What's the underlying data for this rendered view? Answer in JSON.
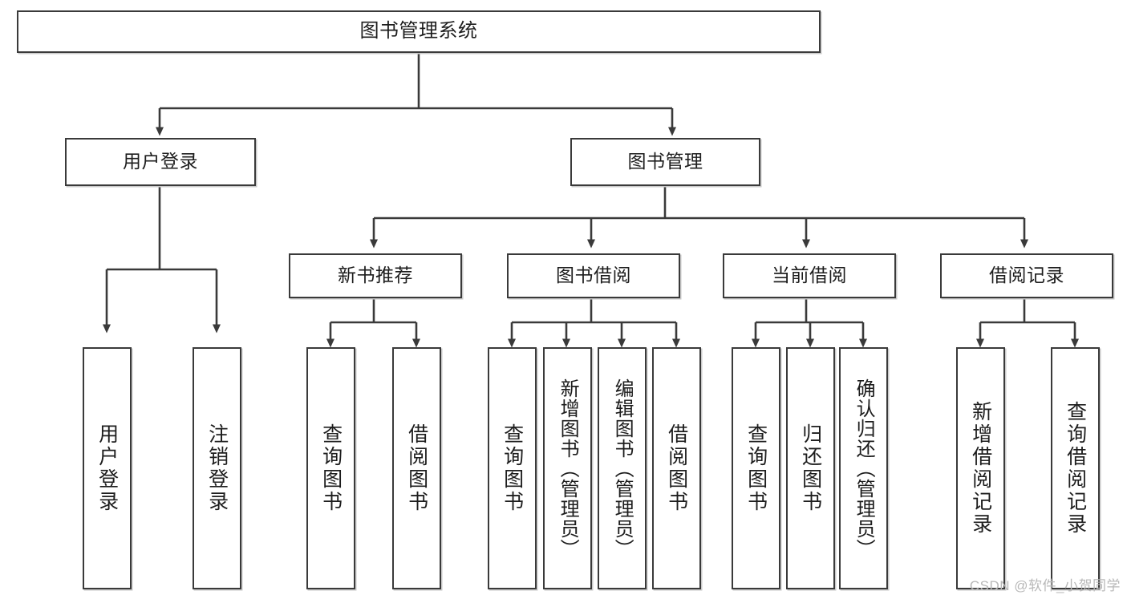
{
  "diagram": {
    "title": "图书管理系统",
    "type": "tree",
    "watermark": "CSDN @软件_小贺同学",
    "colors": {
      "box_border": "#3a3a3a",
      "box_fill": "#ffffff",
      "connector": "#3a3a3a",
      "text": "#1d1d1d",
      "watermark": "#b8b8b8"
    },
    "levels": {
      "root": "图书管理系统",
      "level1": [
        "用户登录",
        "图书管理"
      ],
      "level2": [
        "新书推荐",
        "图书借阅",
        "当前借阅",
        "借阅记录"
      ],
      "level3": [
        "用户登录",
        "注销登录",
        "查询图书",
        "借阅图书",
        "查询图书",
        "新增图书（管理员）",
        "编辑图书（管理员）",
        "借阅图书",
        "查询图书",
        "归还图书",
        "确认归还（管理员）",
        "新增借阅记录",
        "查询借阅记录"
      ]
    },
    "nodes": {
      "root": {
        "label": "图书管理系统"
      },
      "user_login": {
        "label": "用户登录"
      },
      "book_manage": {
        "label": "图书管理"
      },
      "new_book_rec": {
        "label": "新书推荐"
      },
      "book_borrow": {
        "label": "图书借阅"
      },
      "current_borrow": {
        "label": "当前借阅"
      },
      "borrow_record": {
        "label": "借阅记录"
      },
      "leaf_user_login": {
        "label": "用户登录"
      },
      "leaf_logout": {
        "label": "注销登录"
      },
      "leaf_query_book_a": {
        "label": "查询图书"
      },
      "leaf_borrow_book_a": {
        "label": "借阅图书"
      },
      "leaf_query_book_b": {
        "label": "查询图书"
      },
      "leaf_add_book": {
        "label": "新增图书（管理员）"
      },
      "leaf_edit_book": {
        "label": "编辑图书（管理员）"
      },
      "leaf_borrow_book_b": {
        "label": "借阅图书"
      },
      "leaf_query_book_c": {
        "label": "查询图书"
      },
      "leaf_return_book": {
        "label": "归还图书"
      },
      "leaf_confirm_return": {
        "label": "确认归还（管理员）"
      },
      "leaf_add_record": {
        "label": "新增借阅记录"
      },
      "leaf_query_record": {
        "label": "查询借阅记录"
      }
    }
  }
}
